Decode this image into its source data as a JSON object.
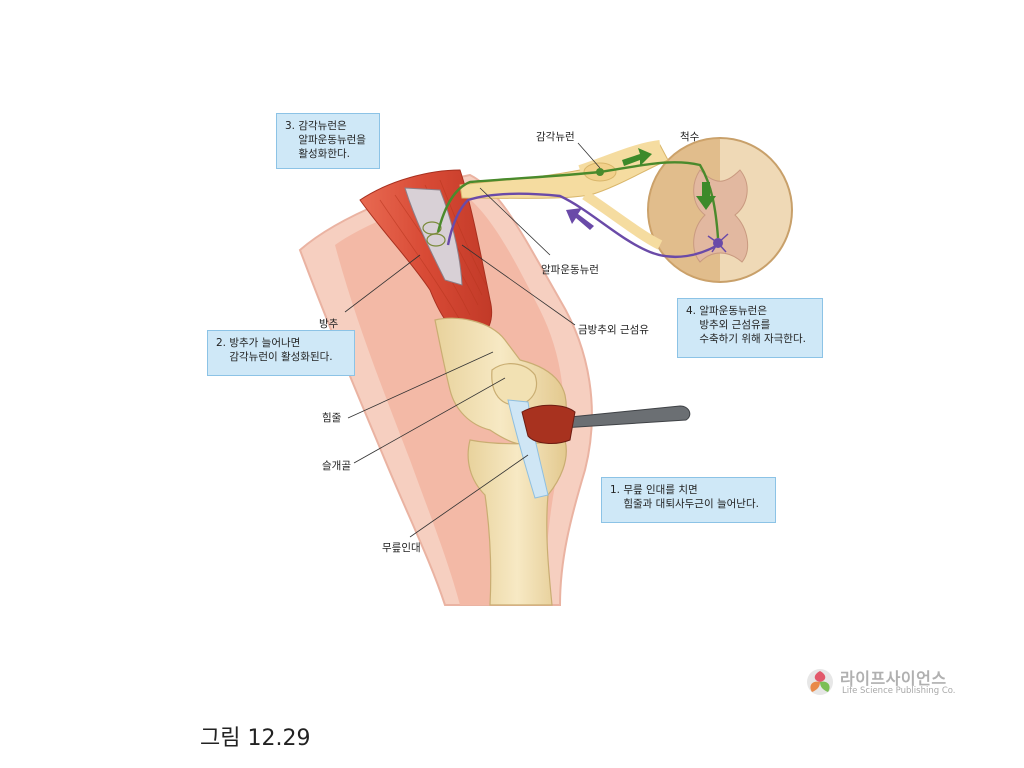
{
  "labels": {
    "sensory_neuron": "감각뉴런",
    "spinal_cord": "척수",
    "alpha_motor_neuron": "알파운동뉴런",
    "extrafusal_fiber": "금방추외 근섬유",
    "muscle_spindle": "방추",
    "tendon": "힘줄",
    "patella": "슬개골",
    "patellar_ligament": "무릎인대"
  },
  "steps": [
    {
      "lines": [
        "1. 무릎 인대를 치면",
        "    힘줄과 대퇴사두근이 늘어난다."
      ]
    },
    {
      "lines": [
        "2. 방추가 늘어나면",
        "    감각뉴런이 활성화된다."
      ]
    },
    {
      "lines": [
        "3. 감각뉴런은",
        "    알파운동뉴런을",
        "    활성화한다."
      ]
    },
    {
      "lines": [
        "4. 알파운동뉴런은",
        "    방추외 근섬유를",
        "    수축하기 위해 자극한다."
      ]
    }
  ],
  "caption": "그림 12.29",
  "publisher": {
    "name": "라이프사이언스",
    "subtitle": "Life Science Publishing Co."
  },
  "colors": {
    "callout_fill": "#cfe8f7",
    "sensory_neuron": "#4a8a2c",
    "motor_neuron": "#6a4aa8",
    "muscle": "#d9503a",
    "bone": "#efdcaa",
    "skin": "#f6cfc0"
  }
}
